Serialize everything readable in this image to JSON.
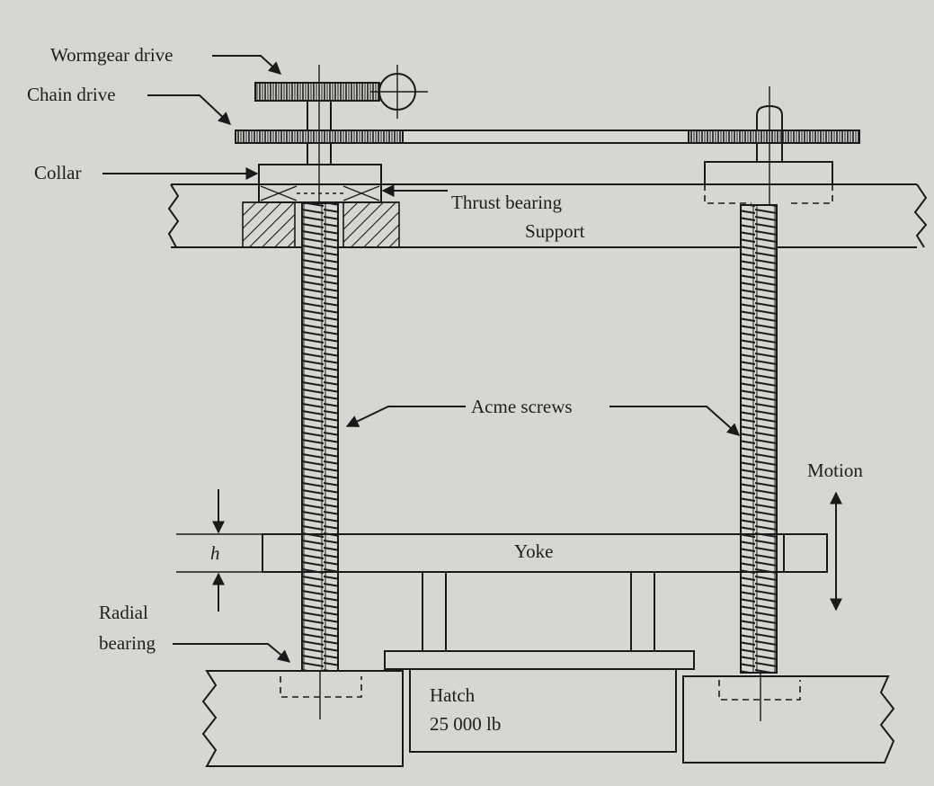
{
  "labels": {
    "wormgear_drive": "Wormgear drive",
    "chain_drive": "Chain drive",
    "collar": "Collar",
    "thrust_bearing": "Thrust bearing",
    "support": "Support",
    "acme_screws": "Acme screws",
    "motion": "Motion",
    "yoke": "Yoke",
    "h": "h",
    "radial": "Radial",
    "bearing": "bearing",
    "hatch": "Hatch",
    "hatch_weight": "25 000 lb"
  },
  "colors": {
    "background": "#d6d6d2",
    "ink": "#1a1a1a"
  }
}
